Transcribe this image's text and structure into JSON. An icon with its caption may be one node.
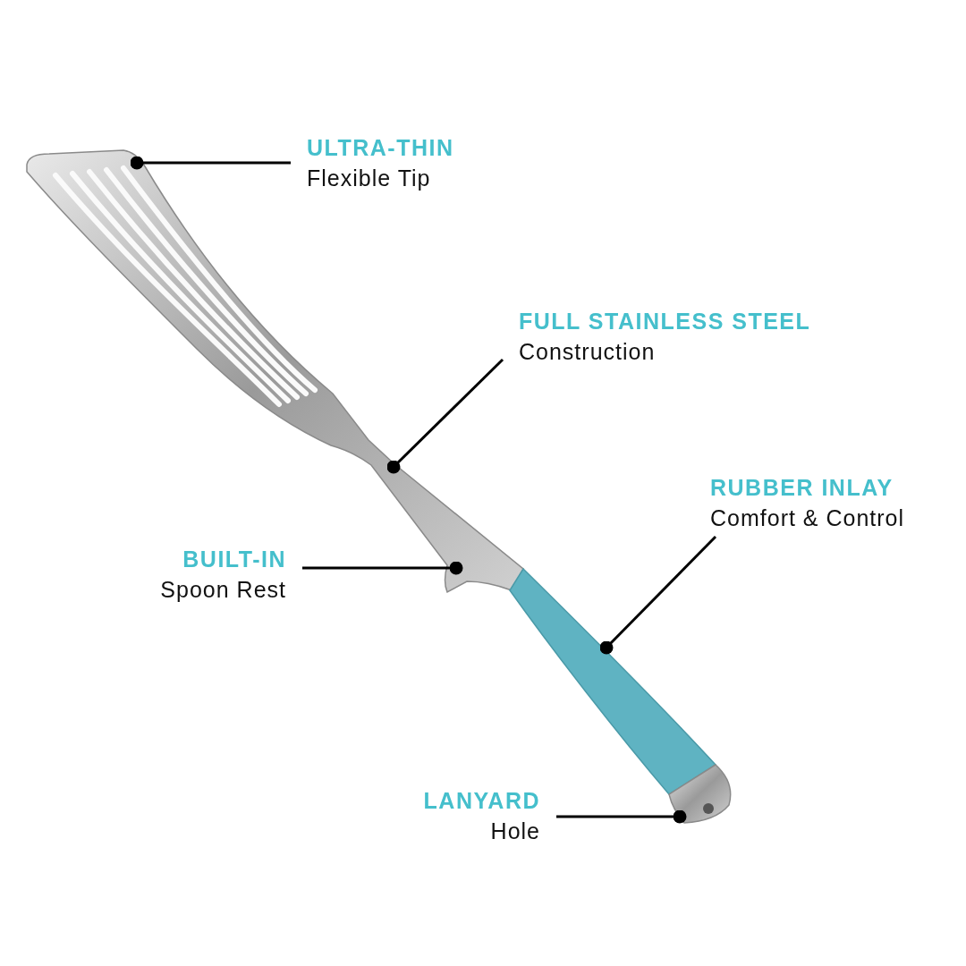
{
  "diagram": {
    "nodes": [
      {
        "text": [
          "ULTRA-THIN",
          "Flexible Tip"
        ]
      },
      {
        "text": [
          "FULL STAINLESS STEEL",
          "Construction"
        ]
      },
      {
        "text": [
          "RUBBER INLAY",
          "Comfort & Control"
        ]
      },
      {
        "text": [
          "BUILT-IN",
          "Spoon Rest"
        ]
      },
      {
        "text": [
          "LANYARD",
          "Hole"
        ]
      }
    ],
    "edges": [
      {
        "from": 0,
        "to": null,
        "arrow": "other"
      },
      {
        "from": 1,
        "to": null,
        "arrow": "other"
      },
      {
        "from": 2,
        "to": null,
        "arrow": "other"
      },
      {
        "from": 3,
        "to": null,
        "arrow": "other"
      },
      {
        "from": 4,
        "to": null,
        "arrow": "other"
      }
    ]
  }
}
